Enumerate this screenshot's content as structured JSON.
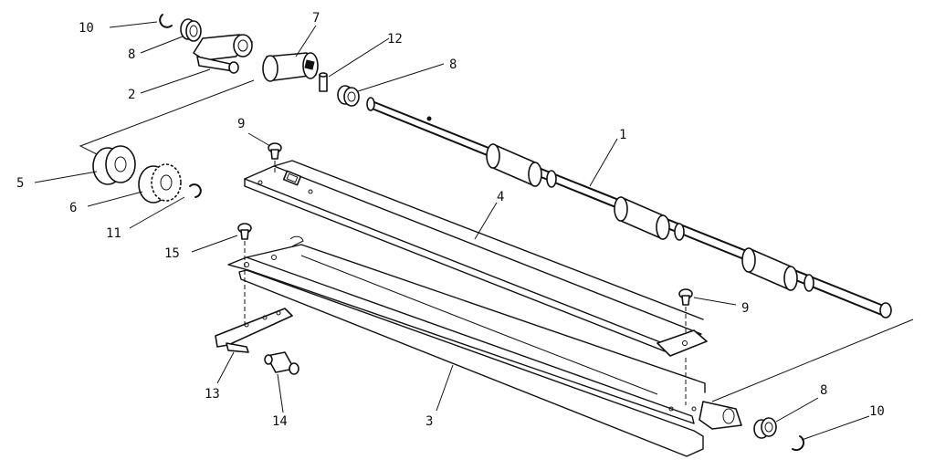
{
  "labels": {
    "l1": "1",
    "l2": "2",
    "l3": "3",
    "l4": "4",
    "l5": "5",
    "l6": "6",
    "l7": "7",
    "l8a": "8",
    "l8b": "8",
    "l8c": "8",
    "l9a": "9",
    "l9b": "9",
    "l10a": "10",
    "l10b": "10",
    "l11": "11",
    "l12": "12",
    "l13": "13",
    "l14": "14",
    "l15": "15"
  }
}
